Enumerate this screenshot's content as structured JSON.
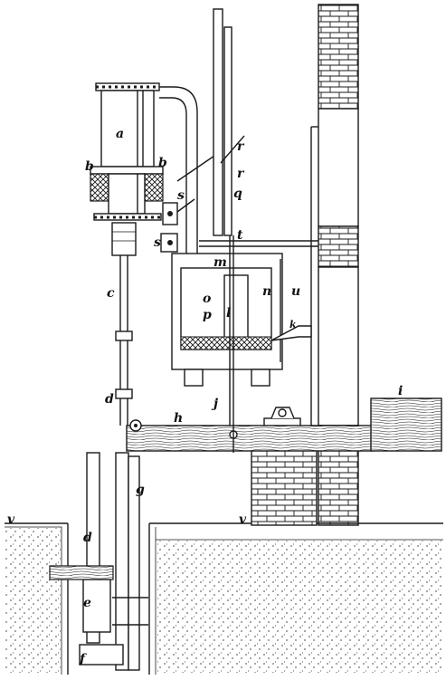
{
  "figure": {
    "labels": {
      "a": "a",
      "b_left": "b",
      "b_right": "b",
      "c": "c",
      "d_upper": "d",
      "d_lower": "d",
      "e": "e",
      "f": "f",
      "g": "g",
      "h": "h",
      "i": "i",
      "j": "j",
      "k": "k",
      "l": "l",
      "m": "m",
      "n": "n",
      "o": "o",
      "p": "p",
      "q": "q",
      "r_upper": "r",
      "r_lower": "r",
      "s_upper": "s",
      "s_lower": "s",
      "t": "t",
      "u": "u",
      "v_left": "v",
      "v_right": "v"
    }
  }
}
